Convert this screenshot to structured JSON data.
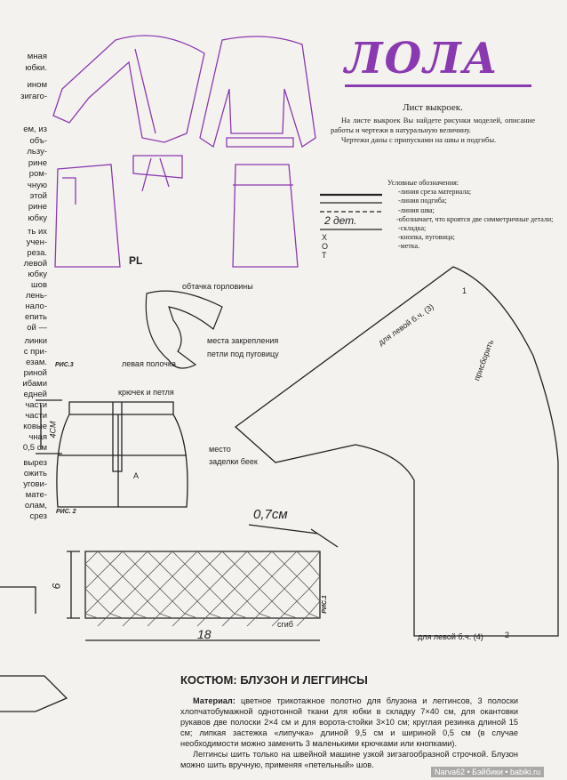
{
  "logo": "ЛОЛА",
  "intro": {
    "title": "Лист выкроек.",
    "p1": "На листе выкроек Вы найдете рисунки моделей, описание работы и чертежи в натуральную величину.",
    "p2": "Чертежи даны с припусками на швы и подгибы."
  },
  "legend": {
    "title": "Условные обозначения:",
    "items": [
      "-линия среза материала;",
      "-линия подгиба;",
      "-линия шва;",
      "-обозначает, что кроятся две симметричные детали;",
      "-складка;",
      "-кнопка, пуговица;",
      "-метка."
    ],
    "two_parts": "2 дет.",
    "grain": "ХОТ"
  },
  "left_column": [
    "мная",
    "юбки.",
    "ином",
    "зигаго-",
    "ем, из",
    "объ-",
    "льзу-",
    "рине",
    "ром-",
    "чную",
    "этой",
    "рине",
    "юбку",
    "ть их",
    "учен-",
    "реза.",
    "левой",
    "юбку",
    "шов",
    "лень-",
    "нало-",
    "епить",
    "ой —",
    "линки",
    "с при-",
    "езам.",
    "риной",
    "ибами",
    "едней",
    "части",
    "части",
    "ковые",
    "чная",
    "0,5 см",
    "вырез",
    "ожить",
    "угови-",
    "мате-",
    "олам,",
    "срез"
  ],
  "labels": {
    "pl": "PL",
    "neck_facing": "обтачка горловины",
    "fix_places_1": "места закрепления",
    "fix_places_2": "петли под пуговицу",
    "left_front": "левая полочка",
    "fig3": "РИС.3",
    "hook": "крючек и петля",
    "cm4": "4СМ",
    "a": "А",
    "place_1": "место",
    "place_2": "заделки беек",
    "fig2": "РИС. 2",
    "cm07": "0,7см",
    "six": "6",
    "eighteen": "18",
    "fold": "сгиб",
    "fig1": "РИС.1",
    "n1": "1",
    "left3": "для левой б.ч. (3)",
    "gather": "присборить",
    "left4": "для левой б.ч. (4)",
    "n2": "2"
  },
  "article": {
    "heading": "КОСТЮМ: БЛУЗОН И ЛЕГГИНСЫ",
    "material_label": "Материал:",
    "material_text": " цветное трикотажное полотно для блузона и леггинсов, 3 полоски хлопчатобумажной однотонной ткани для юбки в складку 7×40 см, для окантовки рукавов две полоски 2×4 см и для ворота-стойки 3×10 см; круглая резинка длиной 15 см; липкая застежка «липучка» длиной 9,5 см и шириной 0,5 см (в случае необходимости можно заменить 3 маленькими крючками или кнопками).",
    "p2": "Леггинсы шить только на швейной машине узкой зигзагообразной строчкой. Блузон можно шить вручную, применяя «петельный» шов."
  },
  "watermark": "Narva62 • Бэйбики • babiki.ru",
  "colors": {
    "accent": "#8a3ab0",
    "ink": "#222222",
    "paper": "#f4f2ee"
  }
}
